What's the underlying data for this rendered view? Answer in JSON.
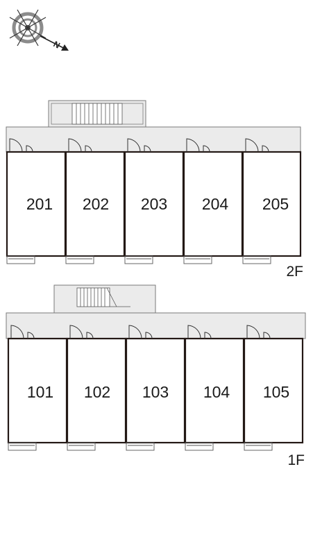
{
  "compass": {
    "icon": "compass-icon",
    "north_label": "N"
  },
  "floors": [
    {
      "id": "2f",
      "label": "2F",
      "rooms": [
        "201",
        "202",
        "203",
        "204",
        "205"
      ]
    },
    {
      "id": "1f",
      "label": "1F",
      "rooms": [
        "101",
        "102",
        "103",
        "104",
        "105"
      ]
    }
  ],
  "colors": {
    "corridor": "#ebebeb",
    "wall": "#231815",
    "outline": "#7a7a7a"
  }
}
